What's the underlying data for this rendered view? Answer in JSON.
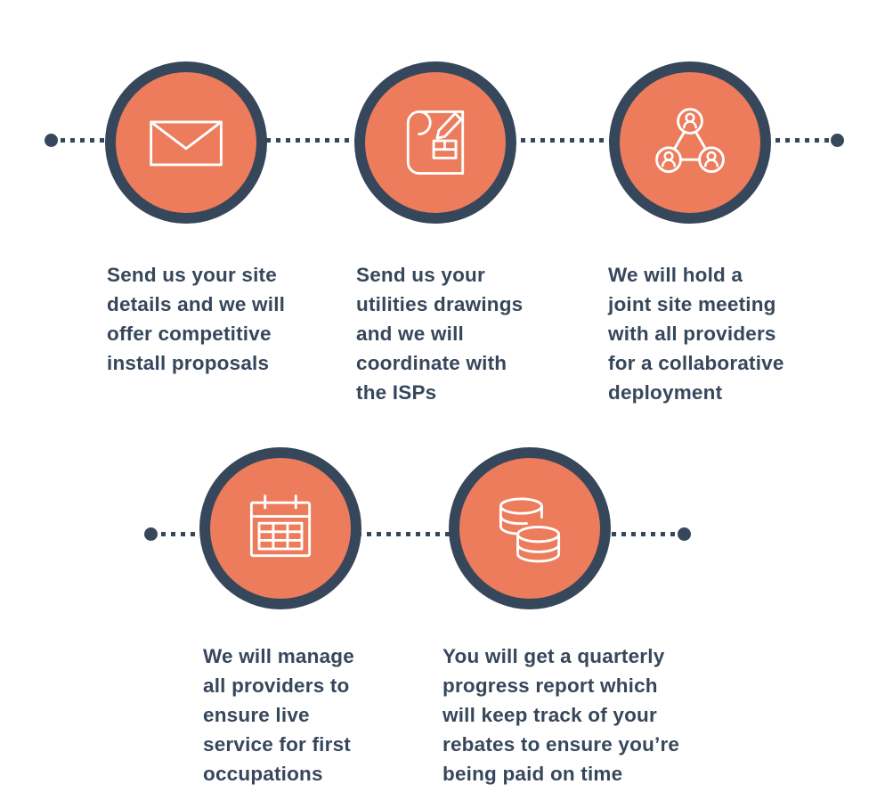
{
  "colors": {
    "navy": "#37475B",
    "orange": "#EC7C5B",
    "background": "#FFFFFF",
    "icon_stroke": "#FFFFFF"
  },
  "steps": [
    {
      "id": 1,
      "icon": "envelope-icon",
      "text": "Send us your site\ndetails and we will\noffer competitive\ninstall proposals"
    },
    {
      "id": 2,
      "icon": "blueprint-icon",
      "text": "Send us your\nutilities drawings\nand we will\ncoordinate with\nthe ISPs"
    },
    {
      "id": 3,
      "icon": "network-people-icon",
      "text": "We will hold a\njoint site meeting\nwith all providers\nfor a collaborative\ndeployment"
    },
    {
      "id": 4,
      "icon": "calendar-icon",
      "text": "We will manage\nall providers to\nensure live\nservice for first\noccupations"
    },
    {
      "id": 5,
      "icon": "coins-icon",
      "text": "You will get a quarterly\nprogress report which\nwill keep track of your\nrebates to ensure you’re\nbeing paid on time"
    }
  ]
}
